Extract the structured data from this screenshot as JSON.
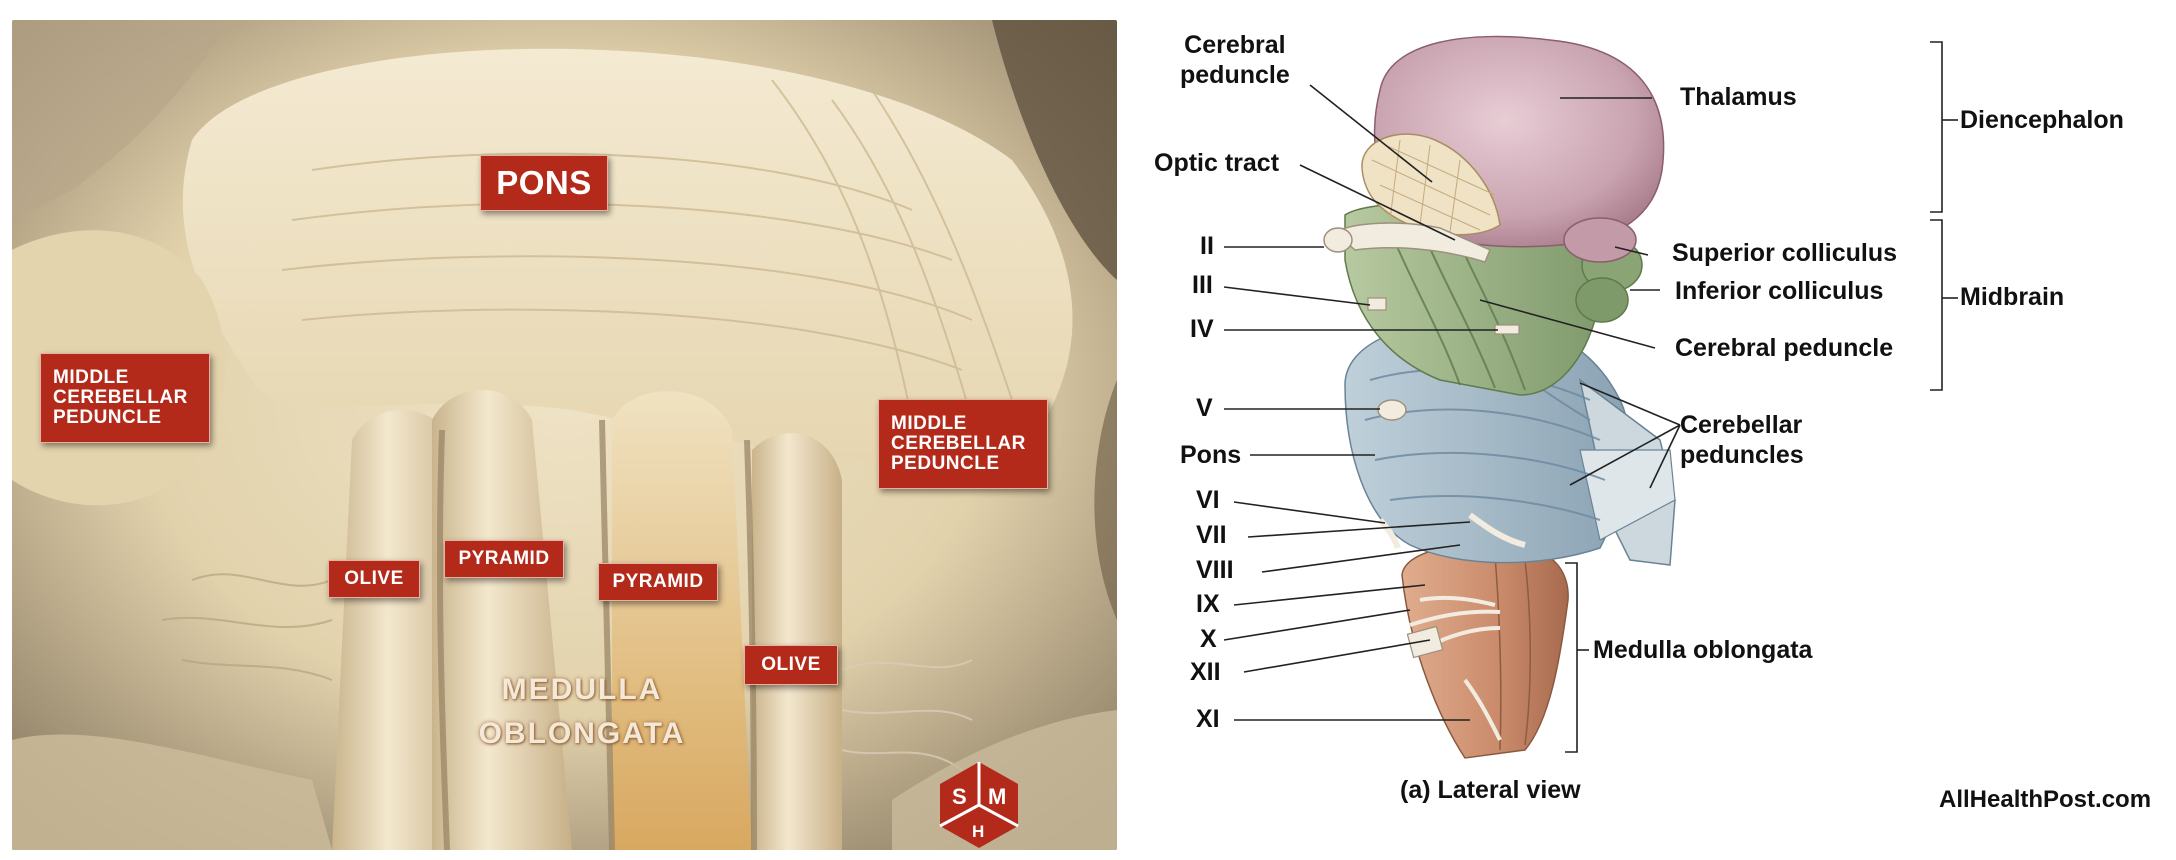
{
  "photo": {
    "tags": {
      "pons": "PONS",
      "mcp_left": "MIDDLE\nCEREBELLAR\nPEDUNCLE",
      "mcp_right": "MIDDLE\nCEREBELLAR\nPEDUNCLE",
      "olive_left": "OLIVE",
      "pyramid_left": "PYRAMID",
      "pyramid_right": "PYRAMID",
      "olive_right": "OLIVE"
    },
    "engraved_label": "MEDULLA\nOBLONGATA",
    "logo": {
      "s": "S",
      "m": "M",
      "h": "H",
      "color": "#b42a1a"
    }
  },
  "diagram": {
    "labels": {
      "cerebral_peduncle_top": "Cerebral\npeduncle",
      "optic_tract": "Optic tract",
      "thalamus": "Thalamus",
      "diencephalon": "Diencephalon",
      "superior_colliculus": "Superior colliculus",
      "inferior_colliculus": "Inferior colliculus",
      "midbrain": "Midbrain",
      "cerebral_peduncle_mid": "Cerebral peduncle",
      "cerebellar_peduncles": "Cerebellar\npeduncles",
      "pons": "Pons",
      "medulla_oblongata": "Medulla oblongata",
      "nerve_ii": "II",
      "nerve_iii": "III",
      "nerve_iv": "IV",
      "nerve_v": "V",
      "nerve_vi": "VI",
      "nerve_vii": "VII",
      "nerve_viii": "VIII",
      "nerve_ix": "IX",
      "nerve_x": "X",
      "nerve_xii": "XII",
      "nerve_xi": "XI"
    },
    "caption": "(a) Lateral view",
    "credit": "AllHealthPost.com",
    "colors": {
      "thalamus": "#c9a3b0",
      "midbrain": "#9fb58a",
      "pons": "#a7bccb",
      "medulla": "#c98a6a"
    }
  }
}
